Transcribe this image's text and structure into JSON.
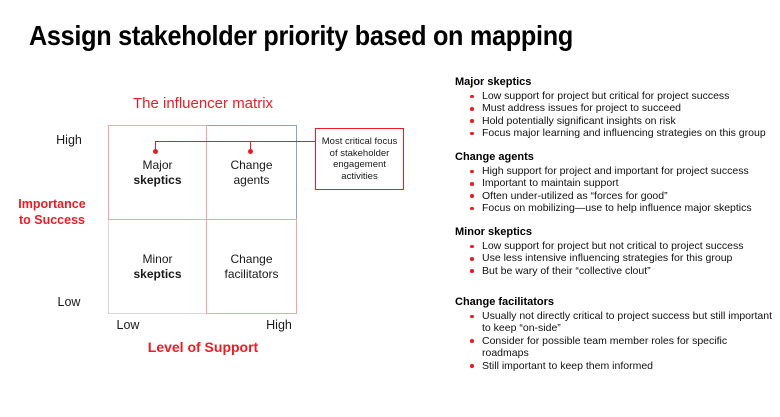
{
  "slide": {
    "title": "Assign stakeholder priority based on mapping"
  },
  "matrix": {
    "title": "The influencer matrix",
    "quadrants": {
      "top_left": {
        "line1": "Major",
        "line2": "skeptics"
      },
      "top_right": {
        "line1": "Change",
        "line2": "agents"
      },
      "bottom_left": {
        "line1": "Minor",
        "line2": "skeptics"
      },
      "bottom_right": {
        "line1": "Change",
        "line2": "facilitators"
      }
    },
    "callout": "Most critical focus of stakeholder engagement activities",
    "y_axis": {
      "title_line1": "Importance",
      "title_line2": "to Success",
      "high": "High",
      "low": "Low"
    },
    "x_axis": {
      "title": "Level of Support",
      "low": "Low",
      "high": "High"
    }
  },
  "sections": [
    {
      "heading": "Major skeptics",
      "bullets": [
        "Low support for project but critical for project success",
        "Must address issues for project to succeed",
        "Hold potentially significant insights on risk",
        "Focus major learning and influencing strategies on this group"
      ]
    },
    {
      "heading": "Change agents",
      "bullets": [
        "High support for project and important for project success",
        "Important to maintain support",
        "Often under-utilized as “forces for good”",
        "Focus on mobilizing—use to help influence major skeptics"
      ]
    },
    {
      "heading": "Minor skeptics",
      "bullets": [
        "Low support for project but not critical to project success",
        "Use less intensive influencing strategies for this group",
        "But be wary of their “collective clout”"
      ]
    },
    {
      "heading": "Change facilitators",
      "bullets": [
        "Usually not directly critical to project success but still important to keep “on-side”",
        "Consider for possible team member roles for specific roadmaps",
        "Still important to keep them informed"
      ]
    }
  ],
  "colors": {
    "accent_red": "#ed1c24",
    "quadrant_pink": "#f4a3ac",
    "quadrant_blue": "#8ba2c4",
    "quadrant_gray": "#d8d8d8",
    "text_black": "#000000"
  }
}
